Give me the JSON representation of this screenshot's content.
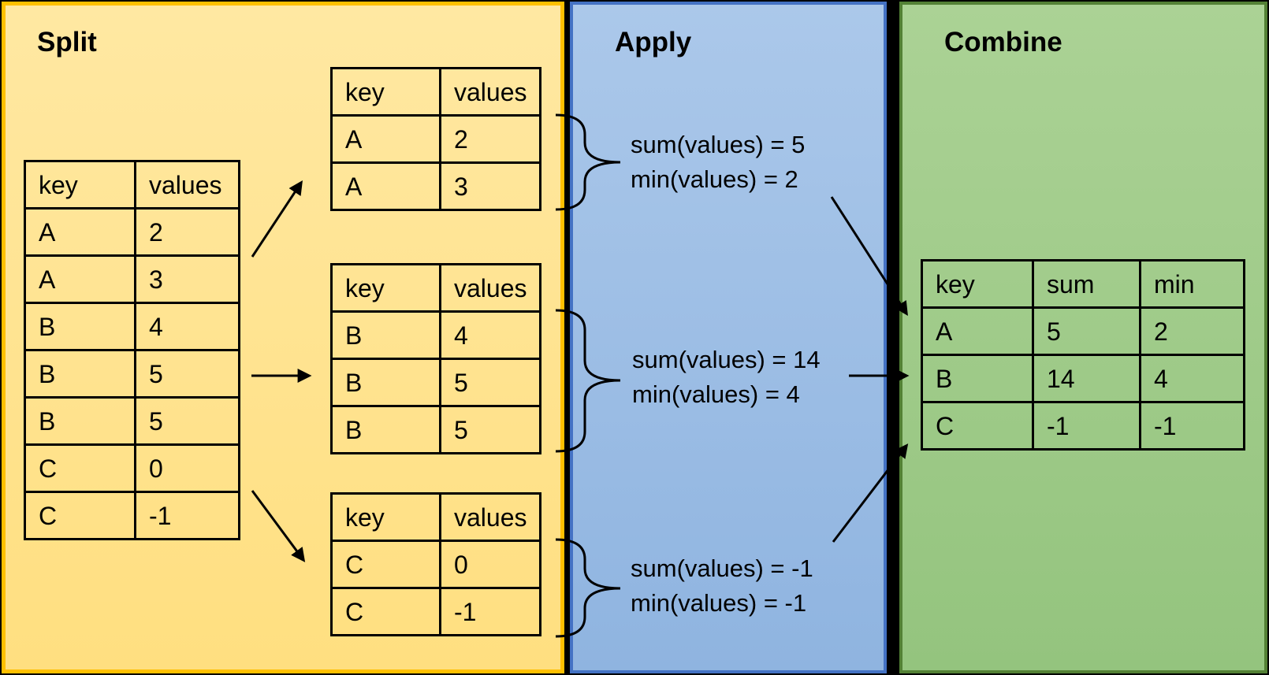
{
  "panels": {
    "split": {
      "title": "Split",
      "fill_top": "#FFE8A2",
      "fill_bottom": "#FFDF80",
      "border": "#FFC000"
    },
    "apply": {
      "title": "Apply",
      "fill_top": "#ABC8EA",
      "fill_bottom": "#8FB4E0",
      "border": "#4472C4"
    },
    "combine": {
      "title": "Combine",
      "fill_top": "#ABD295",
      "fill_bottom": "#94C47E",
      "border": "#538135"
    }
  },
  "tables": {
    "source": {
      "headers": [
        "key",
        "values"
      ],
      "rows": [
        [
          "A",
          "2"
        ],
        [
          "A",
          "3"
        ],
        [
          "B",
          "4"
        ],
        [
          "B",
          "5"
        ],
        [
          "B",
          "5"
        ],
        [
          "C",
          "0"
        ],
        [
          "C",
          "-1"
        ]
      ]
    },
    "group_a": {
      "headers": [
        "key",
        "values"
      ],
      "rows": [
        [
          "A",
          "2"
        ],
        [
          "A",
          "3"
        ]
      ]
    },
    "group_b": {
      "headers": [
        "key",
        "values"
      ],
      "rows": [
        [
          "B",
          "4"
        ],
        [
          "B",
          "5"
        ],
        [
          "B",
          "5"
        ]
      ]
    },
    "group_c": {
      "headers": [
        "key",
        "values"
      ],
      "rows": [
        [
          "C",
          "0"
        ],
        [
          "C",
          "-1"
        ]
      ]
    },
    "result": {
      "headers": [
        "key",
        "sum",
        "min"
      ],
      "rows": [
        [
          "A",
          "5",
          "2"
        ],
        [
          "B",
          "14",
          "4"
        ],
        [
          "C",
          "-1",
          "-1"
        ]
      ]
    }
  },
  "apply_results": [
    {
      "group": "A",
      "lines": [
        "sum(values) = 5",
        "min(values) = 2"
      ]
    },
    {
      "group": "B",
      "lines": [
        "sum(values) = 14",
        "min(values) = 4"
      ]
    },
    {
      "group": "C",
      "lines": [
        "sum(values) = -1",
        "min(values) = -1"
      ]
    }
  ]
}
